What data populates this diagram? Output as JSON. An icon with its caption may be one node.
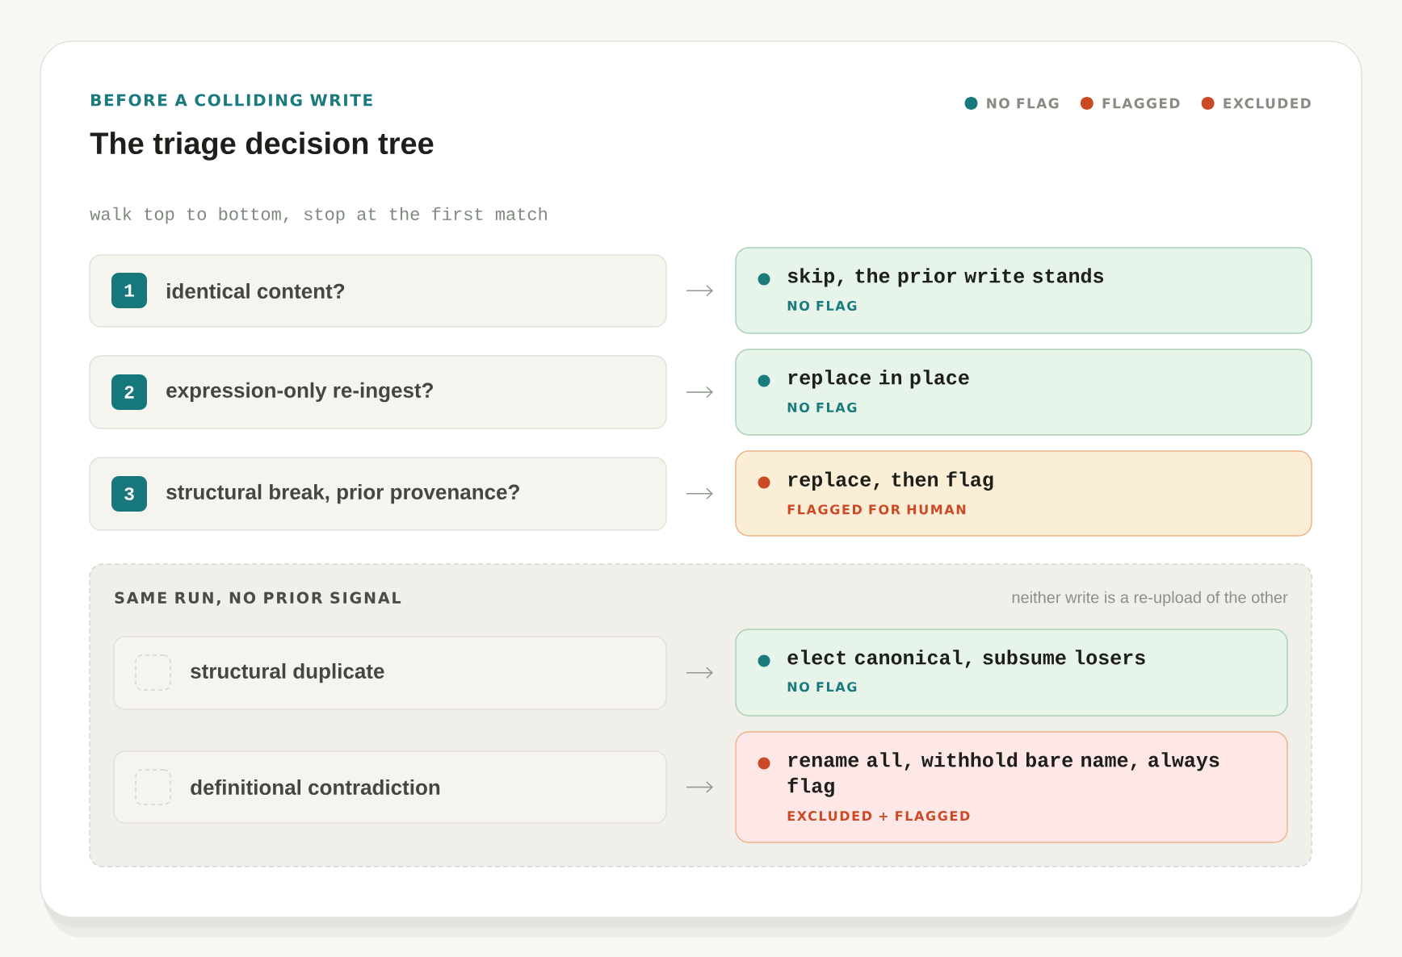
{
  "diagram": {
    "title": "The triage decision tree",
    "nodes": [
      {
        "text": [
          "identical content?"
        ]
      },
      {
        "text": [
          "1"
        ],
        "in": 0
      },
      {
        "text": [
          "skip, the prior write stands",
          "NO FLAG"
        ]
      },
      {
        "text": [
          "expression-only re-ingest?"
        ]
      },
      {
        "text": [
          "2"
        ],
        "in": 3
      },
      {
        "text": [
          "replace in place",
          "NO FLAG"
        ]
      },
      {
        "text": [
          "structural break, prior provenance?"
        ]
      },
      {
        "text": [
          "3"
        ],
        "in": 6
      },
      {
        "text": [
          "replace, then flag",
          "FLAGGED FOR HUMAN"
        ]
      },
      {
        "text": [
          "SAME RUN, NO PRIOR SIGNAL",
          "neither write is a re-upload of the other"
        ]
      },
      {
        "text": [
          "structural duplicate"
        ],
        "in": 9
      },
      {
        "text": [],
        "shape": "box",
        "in": 10
      },
      {
        "text": [
          "elect canonical, subsume losers",
          "NO FLAG"
        ],
        "in": 9
      },
      {
        "text": [
          "definitional contradiction"
        ],
        "in": 9
      },
      {
        "text": [],
        "shape": "box",
        "in": 13
      },
      {
        "text": [
          "rename all, withhold bare name, always flag",
          "EXCLUDED + FLAGGED"
        ],
        "in": 9
      }
    ],
    "edges": [
      {
        "from": 0,
        "to": 2,
        "arrow": "to"
      },
      {
        "from": 3,
        "to": 5,
        "arrow": "to"
      },
      {
        "from": 6,
        "to": 8,
        "arrow": "to"
      },
      {
        "from": 10,
        "to": 12,
        "arrow": "to"
      },
      {
        "from": 13,
        "to": 15,
        "arrow": "to"
      }
    ],
    "labels": [
      "BEFORE A COLLIDING WRITE",
      "walk top to bottom, stop at the first match"
    ],
    "legend": [
      {
        "text": "NO FLAG",
        "color": "#17787b"
      },
      {
        "text": "FLAGGED",
        "color": "#cb4a25"
      },
      {
        "text": "EXCLUDED",
        "color": "#cb4a25"
      }
    ]
  }
}
